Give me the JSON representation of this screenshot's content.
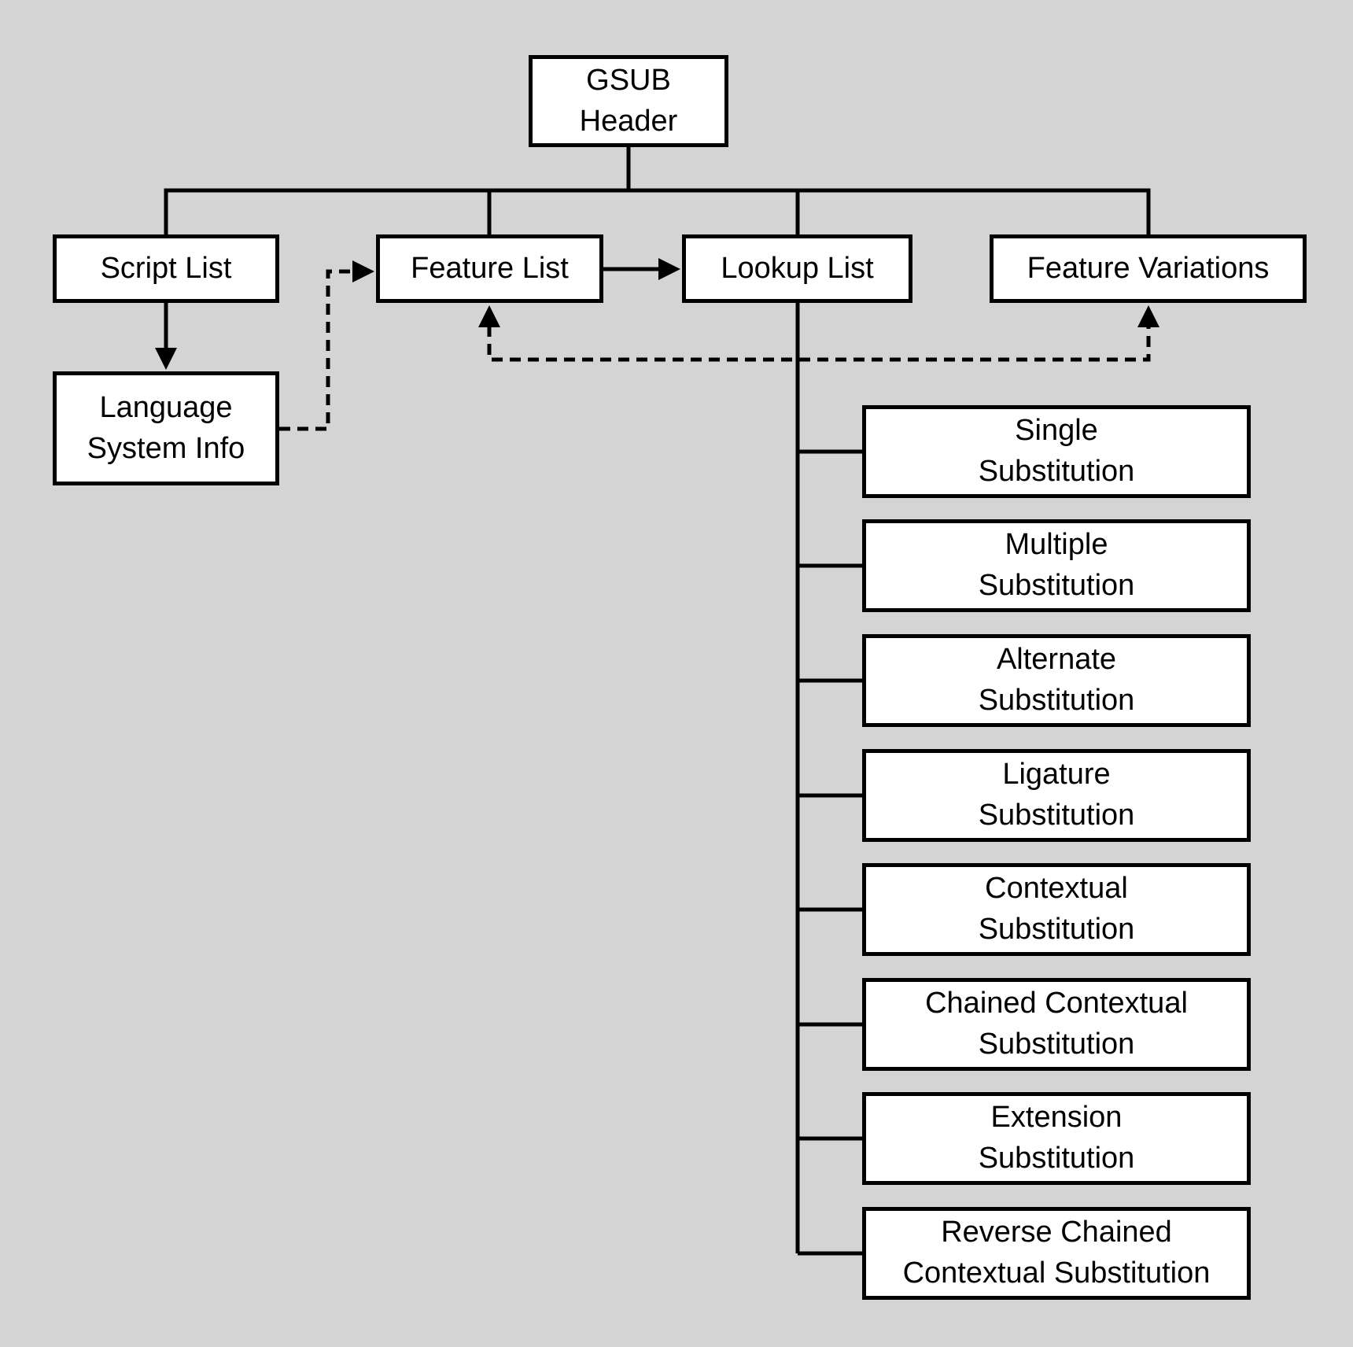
{
  "colors": {
    "background": "#d4d4d4",
    "box_fill": "#ffffff",
    "line": "#000000",
    "text": "#000000"
  },
  "nodes": {
    "gsub_header": {
      "label": "GSUB\nHeader"
    },
    "script_list": {
      "label": "Script List"
    },
    "feature_list": {
      "label": "Feature List"
    },
    "lookup_list": {
      "label": "Lookup List"
    },
    "feature_variations": {
      "label": "Feature Variations"
    },
    "language_system_info": {
      "label": "Language\nSystem Info"
    }
  },
  "subtables": [
    {
      "label": "Single\nSubstitution"
    },
    {
      "label": "Multiple\nSubstitution"
    },
    {
      "label": "Alternate\nSubstitution"
    },
    {
      "label": "Ligature\nSubstitution"
    },
    {
      "label": "Contextual\nSubstitution"
    },
    {
      "label": "Chained Contextual\nSubstitution"
    },
    {
      "label": "Extension\nSubstitution"
    },
    {
      "label": "Reverse Chained\nContextual Substitution"
    }
  ],
  "edges": [
    {
      "from": "GSUB Header",
      "to": "Script List",
      "style": "solid"
    },
    {
      "from": "GSUB Header",
      "to": "Feature List",
      "style": "solid"
    },
    {
      "from": "GSUB Header",
      "to": "Lookup List",
      "style": "solid"
    },
    {
      "from": "GSUB Header",
      "to": "Feature Variations",
      "style": "solid"
    },
    {
      "from": "Script List",
      "to": "Language System Info",
      "style": "solid-arrow"
    },
    {
      "from": "Language System Info",
      "to": "Feature List",
      "style": "dashed-arrow"
    },
    {
      "from": "Feature List",
      "to": "Lookup List",
      "style": "solid-arrow"
    },
    {
      "from": "dashed-crosslink",
      "to": "Feature List",
      "style": "dashed-arrow"
    },
    {
      "from": "dashed-crosslink",
      "to": "Feature Variations",
      "style": "dashed-arrow"
    },
    {
      "from": "Lookup List",
      "to": "Single Substitution",
      "style": "solid"
    },
    {
      "from": "Lookup List",
      "to": "Multiple Substitution",
      "style": "solid"
    },
    {
      "from": "Lookup List",
      "to": "Alternate Substitution",
      "style": "solid"
    },
    {
      "from": "Lookup List",
      "to": "Ligature Substitution",
      "style": "solid"
    },
    {
      "from": "Lookup List",
      "to": "Contextual Substitution",
      "style": "solid"
    },
    {
      "from": "Lookup List",
      "to": "Chained Contextual Substitution",
      "style": "solid"
    },
    {
      "from": "Lookup List",
      "to": "Extension Substitution",
      "style": "solid"
    },
    {
      "from": "Lookup List",
      "to": "Reverse Chained Contextual Substitution",
      "style": "solid"
    }
  ]
}
